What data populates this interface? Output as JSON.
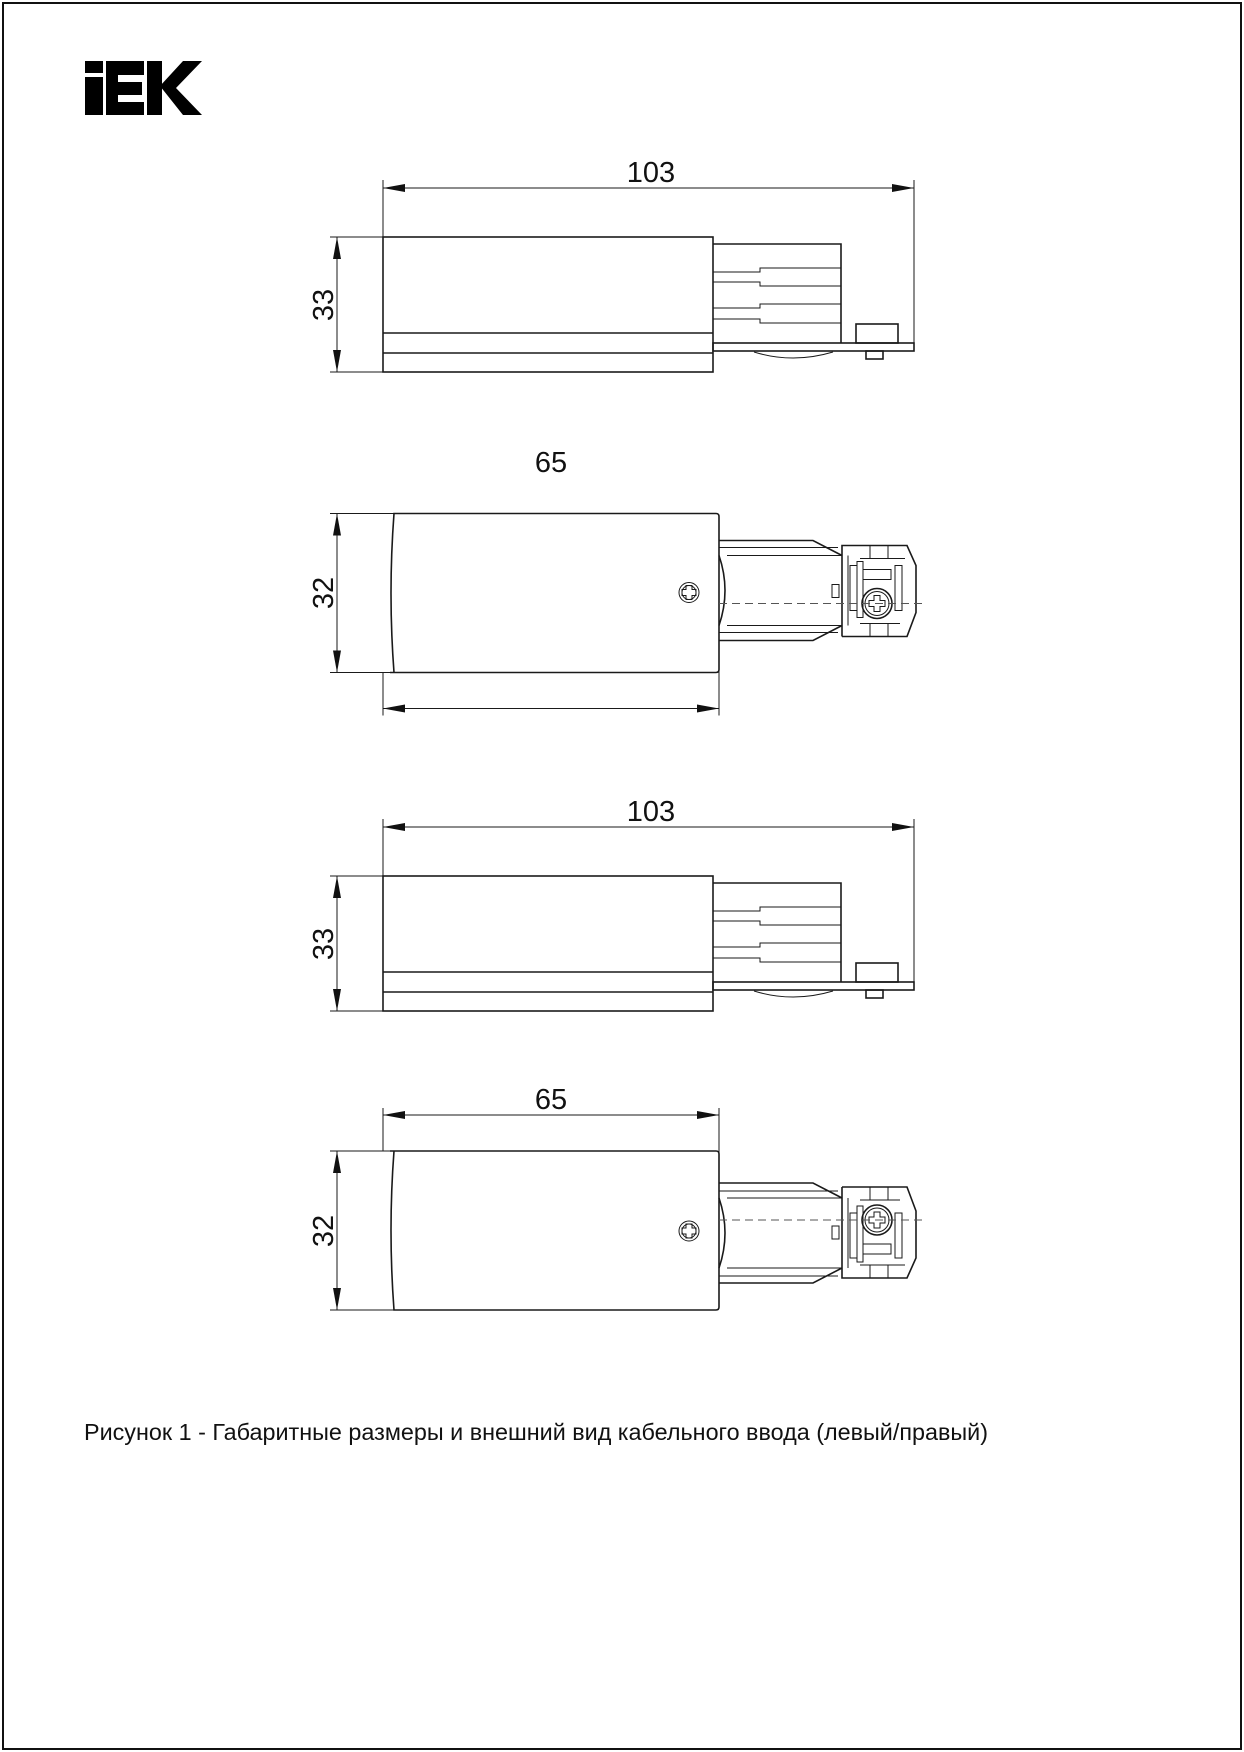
{
  "logo": {
    "text": "IEK"
  },
  "views": [
    {
      "name": "side-view-left",
      "length_label": "103",
      "height_label": "33"
    },
    {
      "name": "top-view-left",
      "length_label": "65",
      "height_label": "32"
    },
    {
      "name": "side-view-right",
      "length_label": "103",
      "height_label": "33"
    },
    {
      "name": "top-view-right",
      "length_label": "65",
      "height_label": "32"
    }
  ],
  "caption": "Рисунок 1 - Габаритные размеры и внешний вид кабельного ввода (левый/правый)"
}
